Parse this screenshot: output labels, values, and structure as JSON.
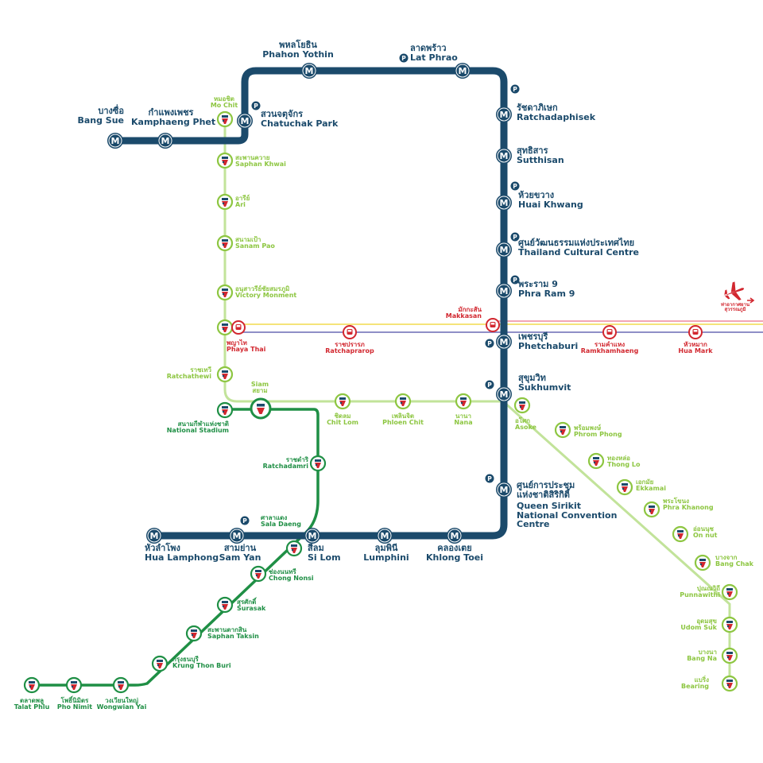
{
  "colors": {
    "mrt_blue": "#1b4a6b",
    "bts_sukhumvit": "#c2e39a",
    "bts_silom": "#1f8f45",
    "bts_label": "#8dc641",
    "airport_link": "#d2272f",
    "yellow_line": "#f5e47a",
    "pink_line": "#f2a6b5",
    "purple_line": "#8f8fc7"
  },
  "legend": {
    "airport_text_th": "ท่าอากาศยาน",
    "airport_text_th2": "สุวรรณภูมิ",
    "icon": "airplane-icon"
  },
  "mrt": [
    {
      "id": "bang-sue",
      "th": "บางซื่อ",
      "en": "Bang Sue"
    },
    {
      "id": "kamphaeng-phet",
      "th": "กำแพงเพชร",
      "en": "Kamphaeng Phet"
    },
    {
      "id": "chatuchak-park",
      "th": "สวนจตุจักร",
      "en": "Chatuchak Park"
    },
    {
      "id": "phahon-yothin",
      "th": "พหลโยธิน",
      "en": "Phahon Yothin"
    },
    {
      "id": "lat-phrao",
      "th": "ลาดพร้าว",
      "en": "Lat Phrao"
    },
    {
      "id": "ratchadaphisek",
      "th": "รัชดาภิเษก",
      "en": "Ratchadaphisek"
    },
    {
      "id": "sutthisan",
      "th": "สุทธิสาร",
      "en": "Sutthisan"
    },
    {
      "id": "huai-khwang",
      "th": "ห้วยขวาง",
      "en": "Huai Khwang"
    },
    {
      "id": "cultural-centre",
      "th": "ศูนย์วัฒนธรรมแห่งประเทศไทย",
      "en": "Thailand Cultural Centre"
    },
    {
      "id": "phra-ram-9",
      "th": "พระราม 9",
      "en": "Phra Ram 9"
    },
    {
      "id": "phetchaburi",
      "th": "เพชรบุรี",
      "en": "Phetchaburi"
    },
    {
      "id": "sukhumvit",
      "th": "สุขุมวิท",
      "en": "Sukhumvit"
    },
    {
      "id": "qsncc",
      "th": "ศูนย์การประชุม",
      "th2": "แห่งชาติสิริกิติ์",
      "en": "Queen Sirikit",
      "en2": "National Convention",
      "en3": "Centre"
    },
    {
      "id": "khlong-toei",
      "th": "คลองเตย",
      "en": "Khlong Toei"
    },
    {
      "id": "lumphini",
      "th": "ลุมพินี",
      "en": "Lumphini"
    },
    {
      "id": "si-lom",
      "th": "สีลม",
      "en": "Si Lom"
    },
    {
      "id": "sam-yan",
      "th": "สามย่าน",
      "en": "Sam Yan"
    },
    {
      "id": "hua-lamphong",
      "th": "หัวลำโพง",
      "en": "Hua Lamphong"
    }
  ],
  "bts_sukhumvit": [
    {
      "id": "mo-chit",
      "th": "หมอชิต",
      "en": "Mo Chit"
    },
    {
      "id": "saphan-khwai",
      "th": "สะพานควาย",
      "en": "Saphan Khwai"
    },
    {
      "id": "ari",
      "th": "อารีย์",
      "en": "Ari"
    },
    {
      "id": "sanam-pao",
      "th": "สนามเป้า",
      "en": "Sanam Pao"
    },
    {
      "id": "victory-monument",
      "th": "อนุสาวรีย์ชัยสมรภูมิ",
      "en": "Victory Monment"
    },
    {
      "id": "phaya-thai",
      "th": "พญาไท",
      "en": "Phaya Thai"
    },
    {
      "id": "ratchathewi",
      "th": "ราชเทวี",
      "en": "Ratchathewi"
    },
    {
      "id": "siam",
      "th": "สยาม",
      "en": "Siam"
    },
    {
      "id": "chit-lom",
      "th": "ชิดลม",
      "en": "Chit Lom"
    },
    {
      "id": "phloen-chit",
      "th": "เพลินจิต",
      "en": "Phloen Chit"
    },
    {
      "id": "nana",
      "th": "นานา",
      "en": "Nana"
    },
    {
      "id": "asoke",
      "th": "อโศก",
      "en": "Asoke"
    },
    {
      "id": "phrom-phong",
      "th": "พร้อมพงษ์",
      "en": "Phrom Phong"
    },
    {
      "id": "thong-lo",
      "th": "ทองหล่อ",
      "en": "Thong Lo"
    },
    {
      "id": "ekkamai",
      "th": "เอกมัย",
      "en": "Ekkamai"
    },
    {
      "id": "phra-khanong",
      "th": "พระโขนง",
      "en": "Phra Khanong"
    },
    {
      "id": "on-nut",
      "th": "อ่อนนุช",
      "en": "On nut"
    },
    {
      "id": "bang-chak",
      "th": "บางจาก",
      "en": "Bang Chak"
    },
    {
      "id": "punnawithi",
      "th": "ปุณณวิถี",
      "en": "Punnawithi"
    },
    {
      "id": "udom-suk",
      "th": "อุดมสุข",
      "en": "Udom Suk"
    },
    {
      "id": "bang-na",
      "th": "บางนา",
      "en": "Bang Na"
    },
    {
      "id": "bearing",
      "th": "แบริ่ง",
      "en": "Bearing"
    }
  ],
  "bts_silom": [
    {
      "id": "national-stadium",
      "th": "สนามกีฬาแห่งชาติ",
      "en": "National Stadium"
    },
    {
      "id": "ratchadamri",
      "th": "ราชดำริ",
      "en": "Ratchadamri"
    },
    {
      "id": "sala-daeng",
      "th": "ศาลาแดง",
      "en": "Sala Daeng"
    },
    {
      "id": "chong-nonsi",
      "th": "ช่องนนทรี",
      "en": "Chong Nonsi"
    },
    {
      "id": "surasak",
      "th": "สุรศักดิ์",
      "en": "Surasak"
    },
    {
      "id": "saphan-taksin",
      "th": "สะพานตากสิน",
      "en": "Saphan Taksin"
    },
    {
      "id": "krung-thon-buri",
      "th": "กรุงธนบุรี",
      "en": "Krung Thon Buri"
    },
    {
      "id": "wongwian-yai",
      "th": "วงเวียนใหญ่",
      "en": "Wongwian Yai"
    },
    {
      "id": "pho-nimit",
      "th": "โพธิ์นิมิตร",
      "en": "Pho Nimit"
    },
    {
      "id": "talat-phlu",
      "th": "ตลาดพลู",
      "en": "Talat Phlu"
    }
  ],
  "airport_link": [
    {
      "id": "arl-phaya-thai",
      "th": "พญาไท",
      "en": "Phaya Thai"
    },
    {
      "id": "ratchaprarop",
      "th": "ราชปรารภ",
      "en": "Ratchaprarop"
    },
    {
      "id": "makkasan",
      "th": "มักกะสัน",
      "en": "Makkasan"
    },
    {
      "id": "ramkhamhaeng",
      "th": "รามคำแหง",
      "en": "Ramkhamhaeng"
    },
    {
      "id": "hua-mark",
      "th": "หัวหมาก",
      "en": "Hua Mark"
    }
  ]
}
